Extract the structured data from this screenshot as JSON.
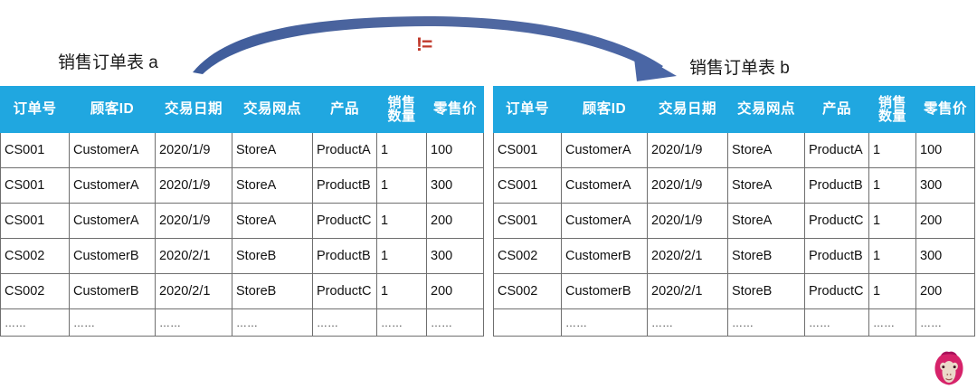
{
  "annotation": {
    "comparison_symbol": "!=",
    "comparison_color": "#C0392B",
    "arrow_color": "#3F5E9E"
  },
  "tables": [
    {
      "id": "a",
      "title": "销售订单表 a",
      "header_color": "#20A7E0",
      "columns": [
        "订单号",
        "顾客ID",
        "交易日期",
        "交易网点",
        "产品",
        "销售数量",
        "零售价"
      ],
      "column_sales_qty_line1": "销售",
      "column_sales_qty_line2": "数量",
      "rows": [
        [
          "CS001",
          "CustomerA",
          "2020/1/9",
          "StoreA",
          "ProductA",
          "1",
          "100"
        ],
        [
          "CS001",
          "CustomerA",
          "2020/1/9",
          "StoreA",
          "ProductB",
          "1",
          "300"
        ],
        [
          "CS001",
          "CustomerA",
          "2020/1/9",
          "StoreA",
          "ProductC",
          "1",
          "200"
        ],
        [
          "CS002",
          "CustomerB",
          "2020/2/1",
          "StoreB",
          "ProductB",
          "1",
          "300"
        ],
        [
          "CS002",
          "CustomerB",
          "2020/2/1",
          "StoreB",
          "ProductC",
          "1",
          "200"
        ],
        [
          "……",
          "……",
          "……",
          "……",
          "……",
          "……",
          "……"
        ]
      ]
    },
    {
      "id": "b",
      "title": "销售订单表 b",
      "header_color": "#20A7E0",
      "columns": [
        "订单号",
        "顾客ID",
        "交易日期",
        "交易网点",
        "产品",
        "销售数量",
        "零售价"
      ],
      "column_sales_qty_line1": "销售",
      "column_sales_qty_line2": "数量",
      "rows": [
        [
          "CS001",
          "CustomerA",
          "2020/1/9",
          "StoreA",
          "ProductA",
          "1",
          "100"
        ],
        [
          "CS001",
          "CustomerA",
          "2020/1/9",
          "StoreA",
          "ProductB",
          "1",
          "300"
        ],
        [
          "CS001",
          "CustomerA",
          "2020/1/9",
          "StoreA",
          "ProductC",
          "1",
          "200"
        ],
        [
          "CS002",
          "CustomerB",
          "2020/2/1",
          "StoreB",
          "ProductB",
          "1",
          "300"
        ],
        [
          "CS002",
          "CustomerB",
          "2020/2/1",
          "StoreB",
          "ProductC",
          "1",
          "200"
        ],
        [
          "",
          "……",
          "……",
          "……",
          "……",
          "……",
          "……"
        ]
      ]
    }
  ],
  "logo": {
    "name": "monkey-head-logo",
    "primary_color": "#D6236A",
    "face_color": "#EBD9C9"
  }
}
